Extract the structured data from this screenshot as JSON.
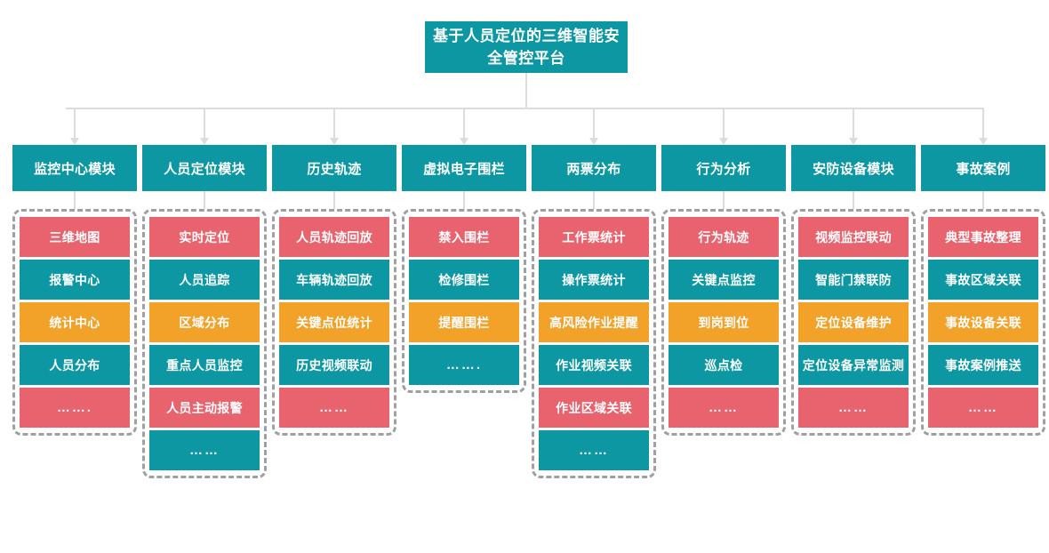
{
  "diagram": {
    "title": "基于人员定位的三维智能安全管控平台",
    "colors": {
      "root": "#0C97A3",
      "header": "#0C97A3",
      "red": "#E8636E",
      "teal": "#0C97A3",
      "orange": "#F2A129",
      "connector": "#DCDCDC",
      "group_border": "#A0A0A0",
      "background": "#FFFFFF"
    },
    "columns": [
      {
        "header": "监控中心模块",
        "items": [
          {
            "label": "三维地图",
            "color": "red"
          },
          {
            "label": "报警中心",
            "color": "teal"
          },
          {
            "label": "统计中心",
            "color": "orange"
          },
          {
            "label": "人员分布",
            "color": "teal"
          },
          {
            "label": "…….",
            "color": "red"
          }
        ]
      },
      {
        "header": "人员定位模块",
        "items": [
          {
            "label": "实时定位",
            "color": "red"
          },
          {
            "label": "人员追踪",
            "color": "teal"
          },
          {
            "label": "区域分布",
            "color": "orange"
          },
          {
            "label": "重点人员监控",
            "color": "teal"
          },
          {
            "label": "人员主动报警",
            "color": "red"
          },
          {
            "label": "……",
            "color": "teal"
          }
        ]
      },
      {
        "header": "历史轨迹",
        "items": [
          {
            "label": "人员轨迹回放",
            "color": "red"
          },
          {
            "label": "车辆轨迹回放",
            "color": "teal"
          },
          {
            "label": "关键点位统计",
            "color": "orange"
          },
          {
            "label": "历史视频联动",
            "color": "teal"
          },
          {
            "label": "……",
            "color": "red"
          }
        ]
      },
      {
        "header": "虚拟电子围栏",
        "items": [
          {
            "label": "禁入围栏",
            "color": "red"
          },
          {
            "label": "检修围栏",
            "color": "teal"
          },
          {
            "label": "提醒围栏",
            "color": "orange"
          },
          {
            "label": "…….",
            "color": "teal"
          }
        ]
      },
      {
        "header": "两票分布",
        "items": [
          {
            "label": "工作票统计",
            "color": "red"
          },
          {
            "label": "操作票统计",
            "color": "teal"
          },
          {
            "label": "高风险作业提醒",
            "color": "orange"
          },
          {
            "label": "作业视频关联",
            "color": "teal"
          },
          {
            "label": "作业区域关联",
            "color": "red"
          },
          {
            "label": "……",
            "color": "teal"
          }
        ]
      },
      {
        "header": "行为分析",
        "items": [
          {
            "label": "行为轨迹",
            "color": "red"
          },
          {
            "label": "关键点监控",
            "color": "teal"
          },
          {
            "label": "到岗到位",
            "color": "orange"
          },
          {
            "label": "巡点检",
            "color": "teal"
          },
          {
            "label": "……",
            "color": "red"
          }
        ]
      },
      {
        "header": "安防设备模块",
        "items": [
          {
            "label": "视频监控联动",
            "color": "red"
          },
          {
            "label": "智能门禁联防",
            "color": "teal"
          },
          {
            "label": "定位设备维护",
            "color": "orange"
          },
          {
            "label": "定位设备异常监测",
            "color": "teal"
          },
          {
            "label": "……",
            "color": "red"
          }
        ]
      },
      {
        "header": "事故案例",
        "items": [
          {
            "label": "典型事故整理",
            "color": "red"
          },
          {
            "label": "事故区域关联",
            "color": "teal"
          },
          {
            "label": "事故设备关联",
            "color": "orange"
          },
          {
            "label": "事故案例推送",
            "color": "teal"
          },
          {
            "label": "……",
            "color": "red"
          }
        ]
      }
    ]
  }
}
